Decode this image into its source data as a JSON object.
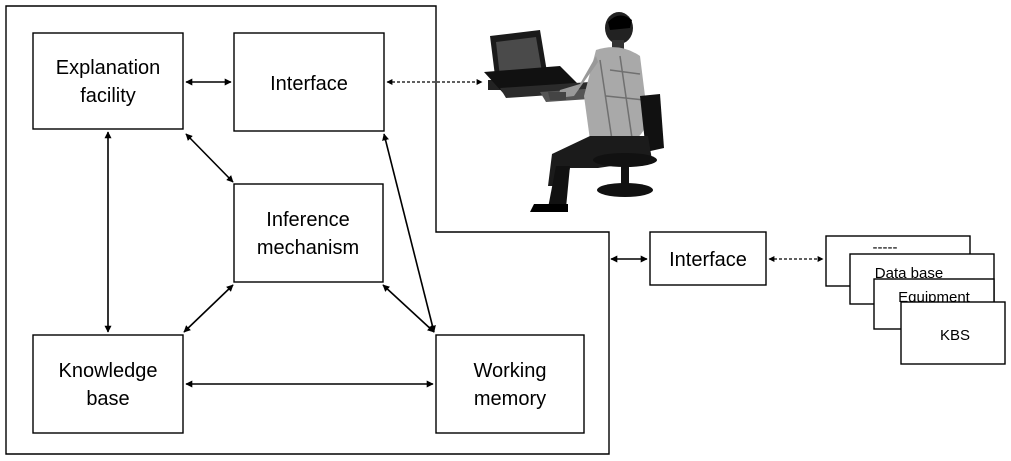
{
  "boxes": {
    "explanation": [
      "Explanation",
      "facility"
    ],
    "interface_top": "Interface",
    "inference": [
      "Inference",
      "mechanism"
    ],
    "knowledge": [
      "Knowledge",
      "base"
    ],
    "working": [
      "Working",
      "memory"
    ],
    "interface_ext": "Interface"
  },
  "stack": {
    "back": "-----",
    "data_base": "Data base",
    "equipment": "Equipment",
    "kbs": "KBS"
  },
  "colors": {
    "ink": "#000000",
    "paper": "#ffffff"
  },
  "icons": {
    "user": "person-at-computer-icon"
  }
}
